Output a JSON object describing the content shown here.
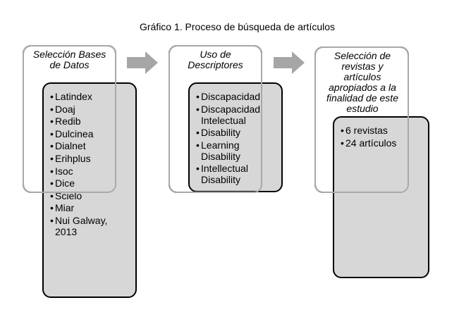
{
  "title": "Gráfico 1. Proceso de búsqueda de artículos",
  "colors": {
    "box_fill": "#ffffff",
    "inner_fill": "#d7d7d7",
    "border": "#000000",
    "arrow": "#a6a6a6"
  },
  "steps": [
    {
      "heading": "Selección Bases de Datos",
      "items": [
        "Latindex",
        "Doaj",
        "Redib",
        "Dulcinea",
        "Dialnet",
        "Erihplus",
        "Isoc",
        "Dice",
        "Scielo",
        "Miar",
        "Nui Galway, 2013"
      ]
    },
    {
      "heading": "Uso de Descriptores",
      "items": [
        "Discapacidad",
        "Discapacidad Intelectual",
        "Disability",
        "Learning Disability",
        "Intellectual Disability"
      ]
    },
    {
      "heading": "Selección de revistas y artículos apropiados a la finalidad de este estudio",
      "items": [
        "6 revistas",
        "24 artículos"
      ]
    }
  ],
  "bullet": "•",
  "arrows": [
    "right-arrow",
    "right-arrow"
  ]
}
